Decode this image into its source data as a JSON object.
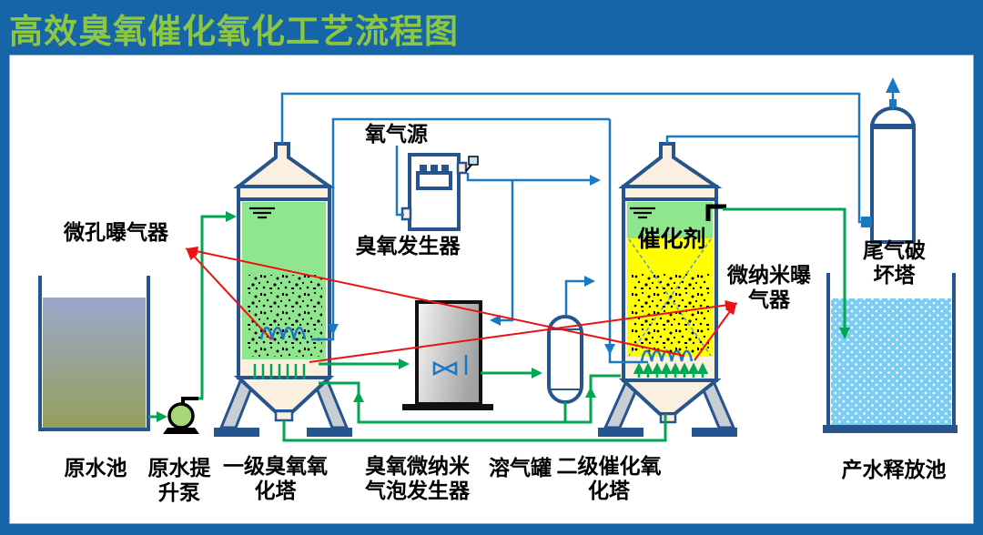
{
  "title": "高效臭氧催化氧化工艺流程图",
  "labels": {
    "raw_pool": "原水池",
    "pump_l1": "原水提",
    "pump_l2": "升泵",
    "tower1_l1": "一级臭氧氧",
    "tower1_l2": "化塔",
    "micro_aerator": "微孔曝气器",
    "oxygen_source": "氧气源",
    "ozone_generator": "臭氧发生器",
    "bubble_gen_l1": "臭氧微纳米",
    "bubble_gen_l2": "气泡发生器",
    "gas_tank": "溶气罐",
    "tower2_l1": "二级催化氧",
    "tower2_l2": "化塔",
    "catalyst": "催化剂",
    "nano_aerator_l1": "微纳米曝",
    "nano_aerator_l2": "气器",
    "tail_tower_l1": "尾气破",
    "tail_tower_l2": "坏塔",
    "product_pool": "产水释放池"
  },
  "colors": {
    "frame": "#1565A8",
    "title_green": "#8DC63F",
    "pipe_blue": "#1B79C4",
    "pipe_green": "#00A651",
    "annotation_red": "#EE1111",
    "navy": "#25548F",
    "liquid_green": "#8FE68F",
    "catalyst_yellow": "#FFFF00",
    "cream": "#FBEFE0",
    "generator_green": "#A6D87A",
    "leg_gray": "#C9CDD4"
  }
}
